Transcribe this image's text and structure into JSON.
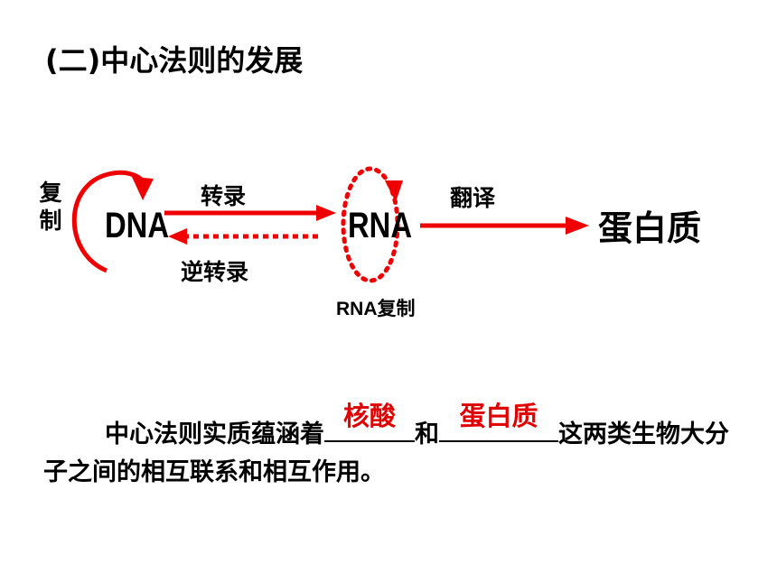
{
  "title": "(二)中心法则的发展",
  "nodes": {
    "dna": "DNA",
    "rna": "RNA",
    "protein": "蛋白质"
  },
  "labels": {
    "dna_replication": "复制",
    "transcription": "转录",
    "reverse_transcription": "逆转录",
    "translation": "翻译",
    "rna_replication": "RNA复制"
  },
  "paragraph": {
    "part1": "中心法则实质蕴涵着",
    "answer1": "核酸",
    "part2": "和",
    "answer2": "蛋白质",
    "part3": "这两类生物大分子之间的相互联系和相互作用。"
  },
  "colors": {
    "arrow": "#ee0000",
    "answer": "#e00000",
    "text": "#000000"
  }
}
